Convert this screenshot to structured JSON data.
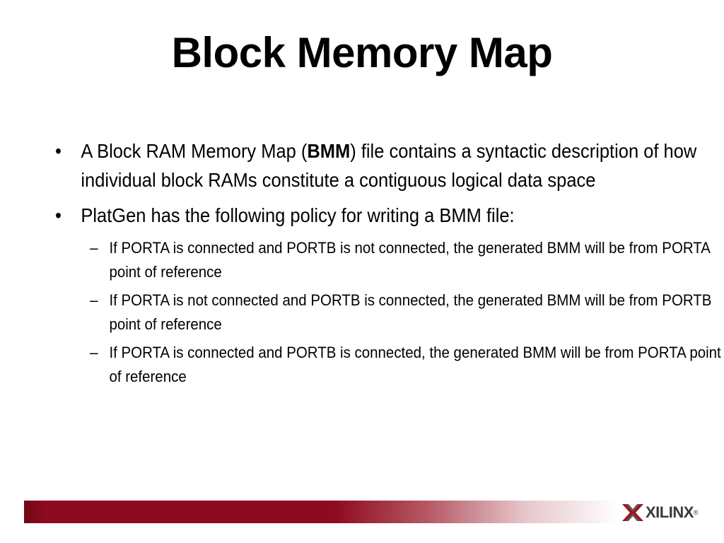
{
  "slide": {
    "title": "Block Memory Map",
    "bullets": [
      {
        "marker": "•",
        "text_before": "A Block RAM Memory Map (",
        "text_strong": "BMM",
        "text_after": ") file contains a syntactic description of how individual block RAMs constitute a contiguous logical data space"
      },
      {
        "marker": "•",
        "text": "PlatGen has the following policy for writing a BMM file:",
        "sub_items": [
          {
            "marker": "–",
            "text": "If PORTA is connected and PORTB is not connected, the generated BMM will be from PORTA point of reference"
          },
          {
            "marker": "–",
            "text": "If PORTA is not connected and PORTB is connected, the generated BMM will be from PORTB point of reference"
          },
          {
            "marker": "–",
            "text": "If PORTA is connected and PORTB is connected, the generated BMM  will be from PORTA point of reference"
          }
        ]
      }
    ]
  },
  "footer": {
    "logo_text": "XILINX",
    "logo_registered": "®",
    "bar_color": "#8e0a1e",
    "logo_icon": "xilinx-x-icon"
  }
}
